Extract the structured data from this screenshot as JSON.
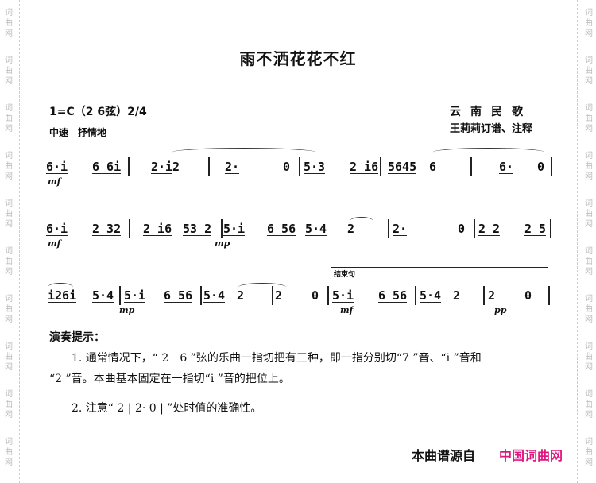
{
  "watermark": "词曲网",
  "title": "雨不洒花花不红",
  "key": "1=C（2 6弦）2/4",
  "tempo": "中速　抒情地",
  "origin": "云南民歌",
  "arranger": "王莉莉订谱、注释",
  "staff": [
    {
      "tokens": [
        "6·i",
        "6 6i",
        "|",
        "2·i",
        "2",
        "|",
        "2·",
        "0",
        "|",
        "5·3",
        "2 i6",
        "|",
        "5645",
        "6",
        "|",
        "6·",
        "0",
        "|"
      ],
      "dynamics": [
        "mf"
      ]
    },
    {
      "tokens": [
        "6·i",
        "2 32",
        "|",
        "2 i6",
        "53 2",
        "|",
        "5·i",
        "6 56",
        "5·4",
        "2",
        "|",
        "2·",
        "0",
        "|",
        "2 2",
        "2 5",
        "|"
      ],
      "dynamics": [
        "mf",
        "mp"
      ]
    },
    {
      "tokens": [
        "i26i",
        "5·4",
        "|",
        "5·i",
        "6 56",
        "|",
        "5·4",
        "2",
        "|",
        "2",
        "0",
        "|",
        "5·i",
        "6 56",
        "|",
        "5·4",
        "2",
        "|",
        "2",
        "0",
        "|"
      ],
      "dynamics": [
        "mp",
        "mf",
        "pp"
      ],
      "end_label": "结束句"
    }
  ],
  "hints": {
    "heading": "演奏提示：",
    "item1_line1": "1. 通常情况下，“ 2　6 ”弦的乐曲一指切把有三种，即一指分别切“7 ”音、“i ”音和",
    "item1_line2": "“2 ”音。本曲基本固定在一指切“i ”音的把位上。",
    "item2": "2. 注意“ 2 | 2· 0 | ”处时值的准确性。"
  },
  "footer": {
    "source_label": "本曲谱源自",
    "site_name": "中国词曲网",
    "site_color": "#e0157f"
  }
}
